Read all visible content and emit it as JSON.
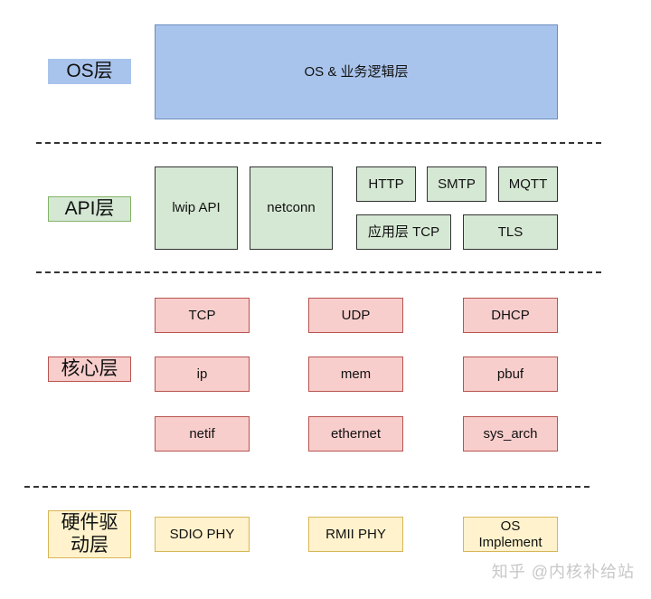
{
  "layers": {
    "os": {
      "label": "OS层",
      "box": "OS & 业务逻辑层"
    },
    "api": {
      "label": "API层",
      "items": [
        "lwip API",
        "netconn",
        "HTTP",
        "SMTP",
        "MQTT",
        "应用层 TCP",
        "TLS"
      ]
    },
    "core": {
      "label": "核心层",
      "items": [
        "TCP",
        "UDP",
        "DHCP",
        "ip",
        "mem",
        "pbuf",
        "netif",
        "ethernet",
        "sys_arch"
      ]
    },
    "hw": {
      "label": "硬件驱\n动层",
      "items": [
        "SDIO PHY",
        "RMII PHY",
        "OS\nImplement"
      ]
    }
  },
  "watermark": "知乎 @内核补给站"
}
